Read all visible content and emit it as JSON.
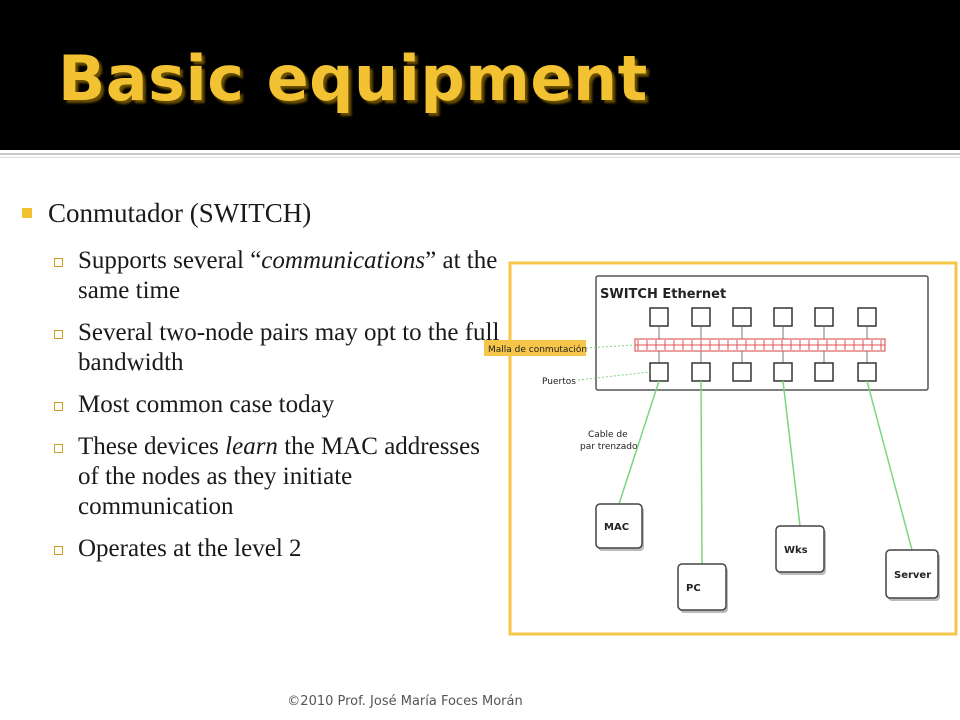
{
  "slide": {
    "title": "Basic equipment",
    "footer": "©2010 Prof. José María Foces Morán"
  },
  "bullets": {
    "main": "Conmutador (SWITCH)",
    "sub": [
      {
        "parts": [
          {
            "t": "Supports several “"
          },
          {
            "t": "communications",
            "i": true
          },
          {
            "t": "” at the same time"
          }
        ]
      },
      {
        "parts": [
          {
            "t": "Several two-node pairs may opt to the full bandwidth"
          }
        ]
      },
      {
        "parts": [
          {
            "t": "Most common case today"
          }
        ]
      },
      {
        "parts": [
          {
            "t": "These devices "
          },
          {
            "t": "learn",
            "i": true
          },
          {
            "t": " the MAC addresses of the nodes as they initiate communication"
          }
        ]
      },
      {
        "parts": [
          {
            "t": "Operates at the level 2"
          }
        ]
      }
    ]
  },
  "diagram": {
    "switch_title": "SWITCH Ethernet",
    "mesh_label": "Malla de conmutación",
    "ports_label": "Puertos",
    "cable_label_line1": "Cable de",
    "cable_label_line2": "par trenzado",
    "nodes": [
      "MAC",
      "PC",
      "Wks",
      "Server"
    ],
    "colors": {
      "frame": "#f5c64a",
      "mesh_label_bg": "#f5c64a",
      "mesh_lines": "#e05050",
      "cable": "#7fd47f",
      "leader": "#7fd47f"
    }
  }
}
